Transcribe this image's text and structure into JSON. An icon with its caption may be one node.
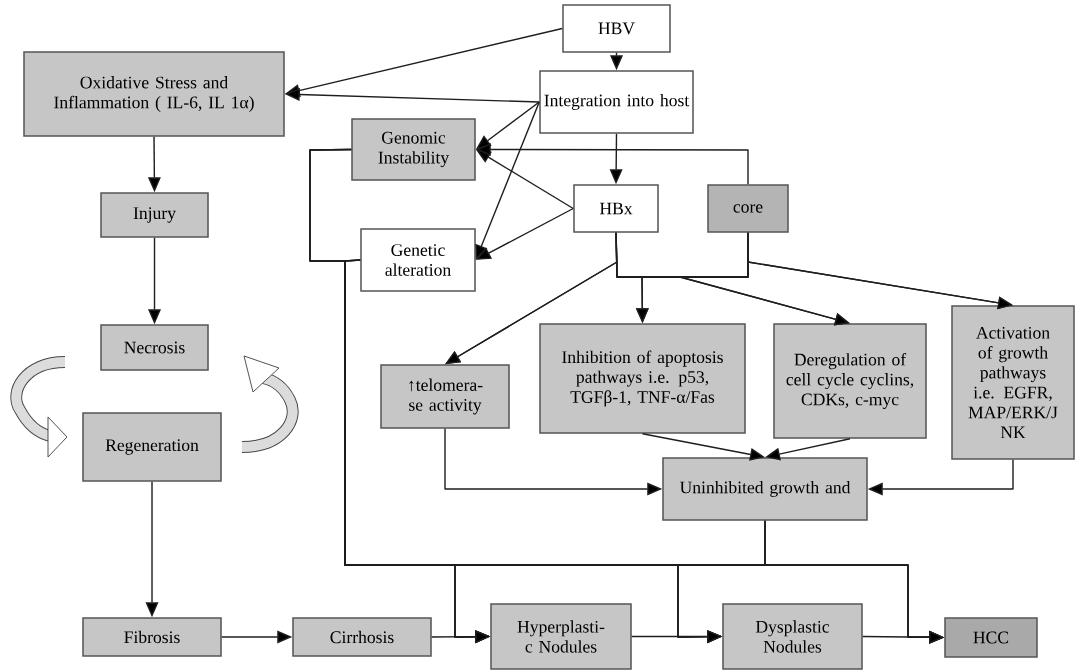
{
  "diagram": {
    "nodes": [
      {
        "text": [
          "HBV"
        ]
      },
      {
        "text": [
          "Integration into host"
        ]
      },
      {
        "text": [
          "Oxidative Stress and Inflammation ( IL-6, IL 1α)"
        ]
      },
      {
        "text": [
          "Genomic Instability"
        ]
      },
      {
        "text": [
          "HBx"
        ]
      },
      {
        "text": [
          "core"
        ]
      },
      {
        "text": [
          "Genetic alteration"
        ]
      },
      {
        "text": [
          "Injury"
        ]
      },
      {
        "text": [
          "Necrosis"
        ]
      },
      {
        "text": [
          "Regeneration"
        ]
      },
      {
        "text": [
          "↑telomera- se activity"
        ]
      },
      {
        "text": [
          "Inhibition of apoptosis pathways i.e. p53, TGFβ-1, TNF-α/Fas"
        ]
      },
      {
        "text": [
          "Deregulation of cell cycle cyclins, CDKs, c-myc"
        ]
      },
      {
        "text": [
          "Activation of growth pathways i.e. EGFR, MAP/ERK/J NK"
        ]
      },
      {
        "text": [
          "Uninhibited growth and"
        ]
      },
      {
        "text": [
          "Fibrosis"
        ]
      },
      {
        "text": [
          "Cirrhosis"
        ]
      },
      {
        "text": [
          "Hyperplasti- c Nodules"
        ]
      },
      {
        "text": [
          "Dysplastic Nodules"
        ]
      },
      {
        "text": [
          "HCC"
        ]
      }
    ],
    "edges": [
      {
        "from": 0,
        "to": 1,
        "arrow": "to"
      },
      {
        "from": 0,
        "to": 2,
        "arrow": "to"
      },
      {
        "from": 1,
        "to": 2,
        "arrow": "to"
      },
      {
        "from": 1,
        "to": 3,
        "arrow": "to"
      },
      {
        "from": 1,
        "to": 6,
        "arrow": "to"
      },
      {
        "from": 4,
        "to": 3,
        "arrow": "to"
      },
      {
        "from": 4,
        "to": 6,
        "arrow": "to"
      },
      {
        "from": 5,
        "to": 3,
        "arrow": "to"
      },
      {
        "from": 1,
        "to": 4,
        "arrow": "to"
      },
      {
        "from": 2,
        "to": 7,
        "arrow": "to"
      },
      {
        "from": 7,
        "to": 8,
        "arrow": "to"
      },
      {
        "from": 9,
        "to": 15,
        "arrow": "to"
      },
      {
        "from": 15,
        "to": 16,
        "arrow": "to"
      },
      {
        "from": 16,
        "to": 17,
        "arrow": "to"
      },
      {
        "from": 17,
        "to": 18,
        "arrow": "to"
      },
      {
        "from": 18,
        "to": 19,
        "arrow": "to"
      },
      {
        "from": 4,
        "to": 10,
        "arrow": "to"
      },
      {
        "from": 4,
        "to": 11,
        "arrow": "to"
      },
      {
        "from": 4,
        "to": 12,
        "arrow": "to"
      },
      {
        "from": 4,
        "to": 13,
        "arrow": "to"
      },
      {
        "from": 5,
        "to": 10,
        "arrow": "to"
      },
      {
        "from": 5,
        "to": 11,
        "arrow": "to"
      },
      {
        "from": 5,
        "to": 12,
        "arrow": "to"
      },
      {
        "from": 5,
        "to": 13,
        "arrow": "to"
      },
      {
        "from": 10,
        "to": 14,
        "arrow": "to"
      },
      {
        "from": 11,
        "to": 14,
        "arrow": "to"
      },
      {
        "from": 12,
        "to": 14,
        "arrow": "to"
      },
      {
        "from": 13,
        "to": 14,
        "arrow": "to"
      },
      {
        "from": 14,
        "to": 17,
        "arrow": "to"
      },
      {
        "from": 14,
        "to": 18,
        "arrow": "to"
      },
      {
        "from": 14,
        "to": 19,
        "arrow": "to"
      },
      {
        "from": 3,
        "to": 17,
        "arrow": "to"
      },
      {
        "from": 3,
        "to": 18,
        "arrow": "to"
      },
      {
        "from": 3,
        "to": 19,
        "arrow": "to"
      },
      {
        "from": 6,
        "to": 17,
        "arrow": "to"
      },
      {
        "from": 6,
        "to": 18,
        "arrow": "to"
      },
      {
        "from": 6,
        "to": 19,
        "arrow": "to"
      }
    ]
  }
}
